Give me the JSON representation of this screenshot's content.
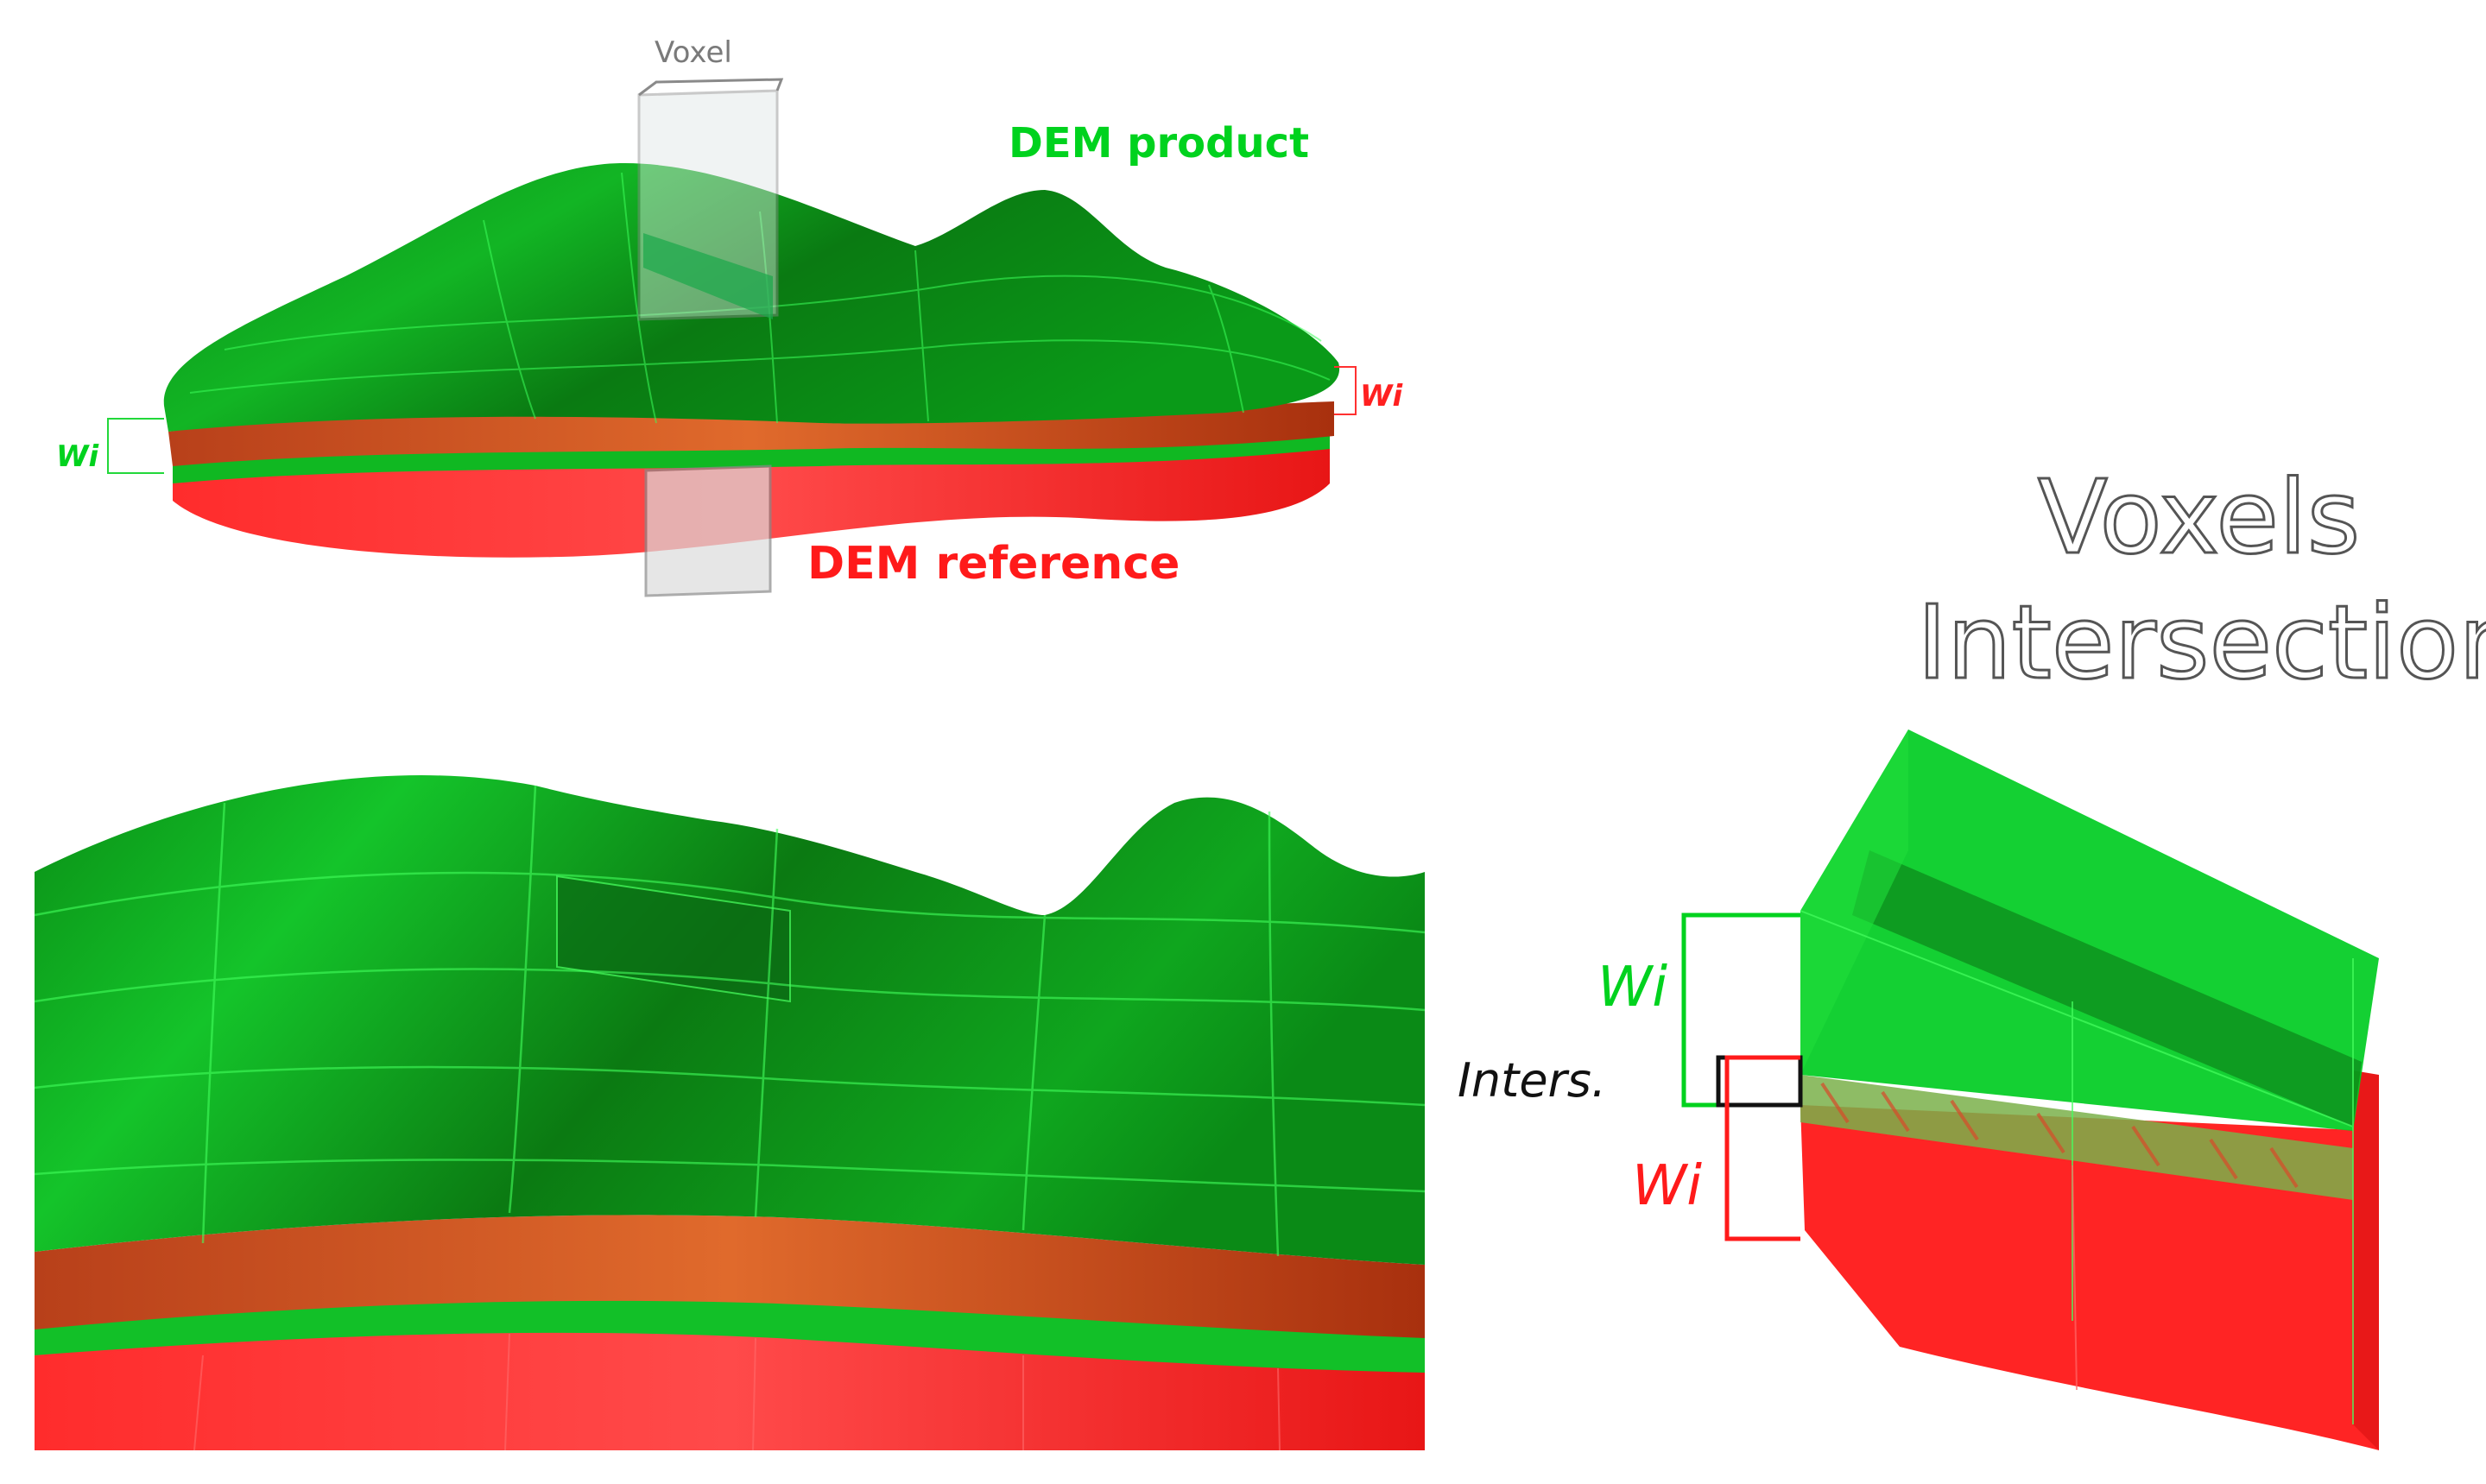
{
  "labels": {
    "voxel": "Voxel",
    "dem_product": "DEM product",
    "dem_reference": "DEM reference",
    "wi": "Wi",
    "inters": "Inters.",
    "title_line1": "Voxels",
    "title_line2": "Intersection"
  },
  "colors": {
    "dem_product": "#00c81e",
    "dem_reference": "#ff2020",
    "overlap": "#c8461e",
    "voxel_outline": "#555555"
  }
}
